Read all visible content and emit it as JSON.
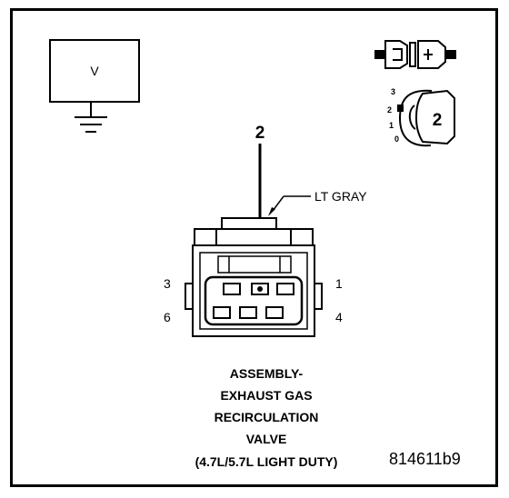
{
  "meter": {
    "label": "V"
  },
  "wire": {
    "cavity": "2",
    "color": "LT GRAY"
  },
  "connector": {
    "pins": {
      "top_left": "3",
      "top_right": "1",
      "bottom_left": "6",
      "bottom_right": "4"
    }
  },
  "probe_detail": {
    "scale": [
      "3",
      "2",
      "1",
      "0"
    ],
    "tip_label": "2"
  },
  "caption": {
    "lines": [
      "ASSEMBLY-",
      "EXHAUST GAS",
      "RECIRCULATION",
      "VALVE",
      "(4.7L/5.7L LIGHT DUTY)"
    ]
  },
  "figure_id": "814611b9"
}
